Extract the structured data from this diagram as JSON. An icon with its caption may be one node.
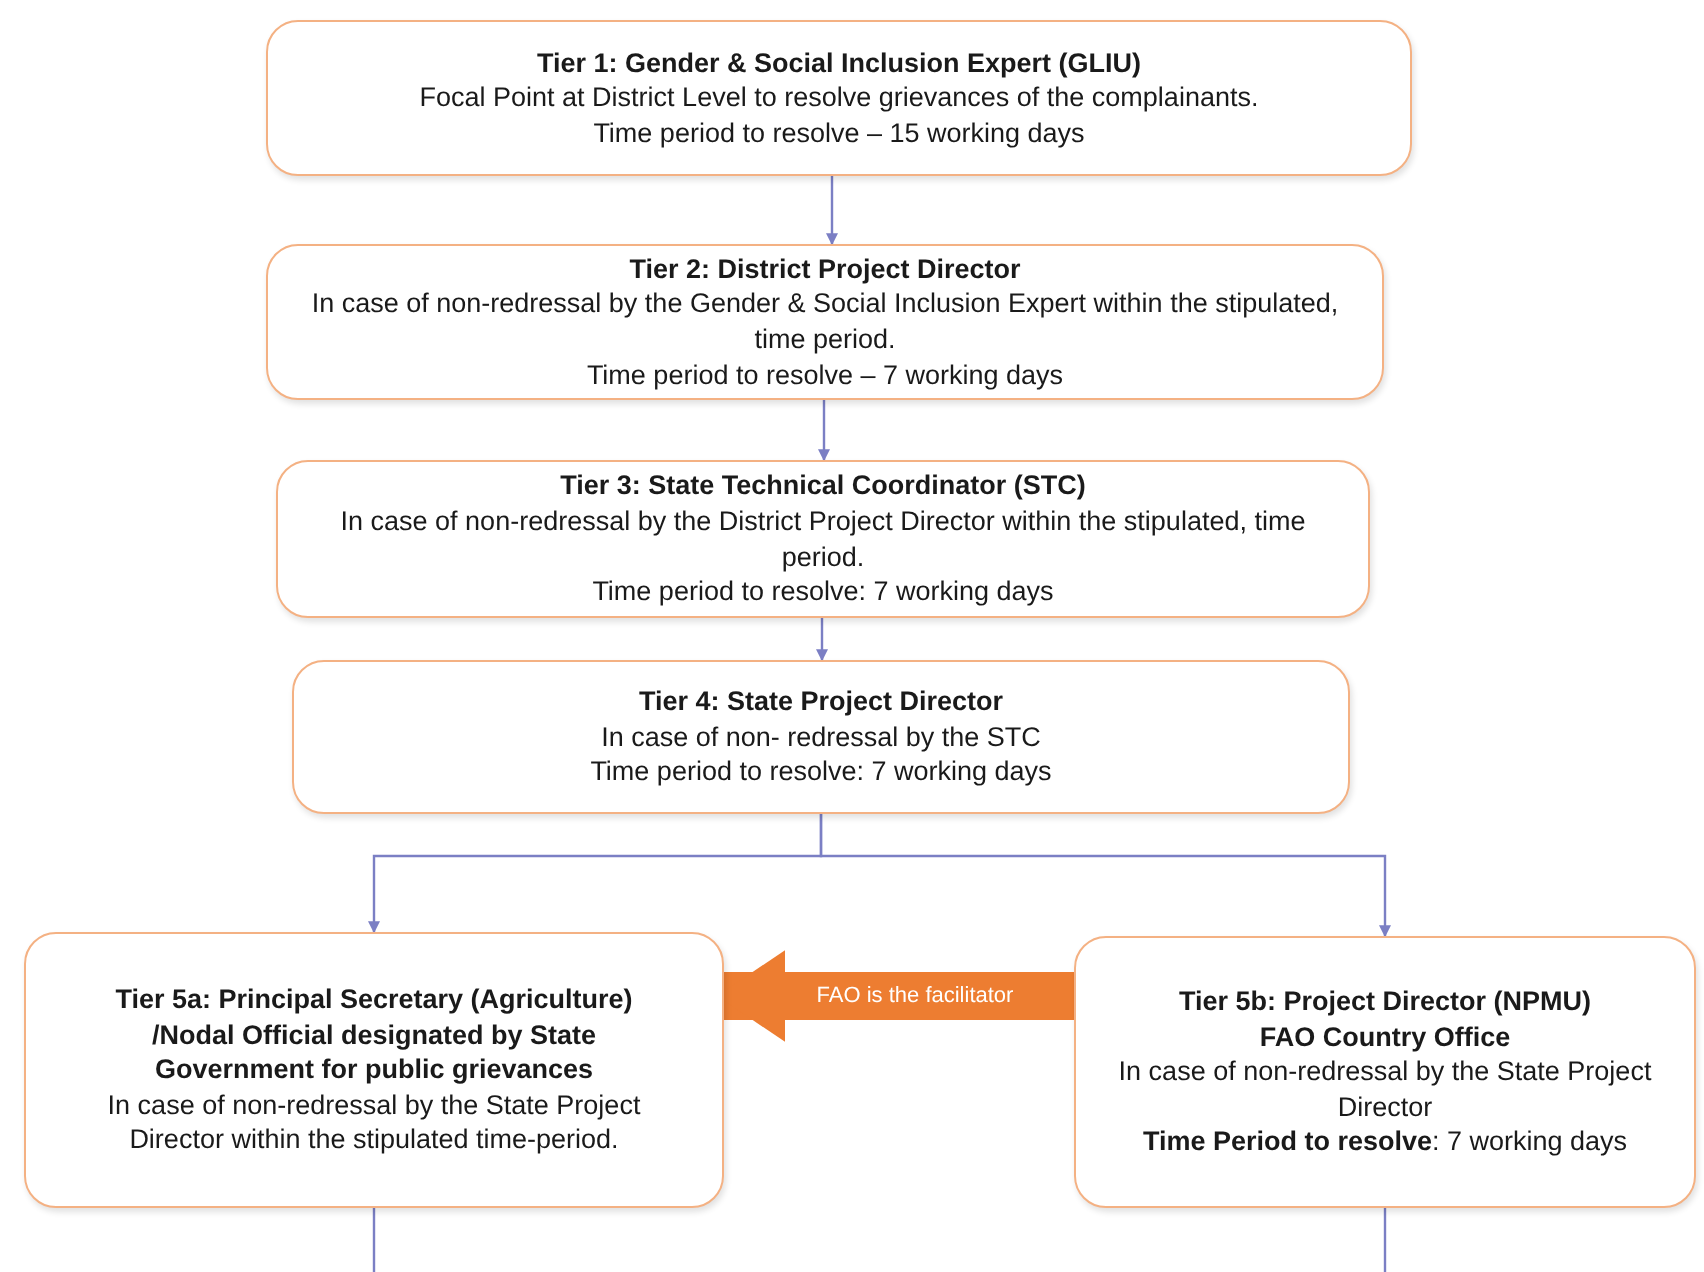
{
  "diagram": {
    "nodes": [
      {
        "text": [
          "Tier 1: Gender & Social Inclusion Expert (GLIU)",
          "Focal Point at District Level to resolve grievances of the complainants.",
          "Time period to resolve – 15 working days"
        ]
      },
      {
        "text": [
          "Tier 2: District Project Director",
          "In case of non-redressal by the Gender & Social Inclusion Expert within the stipulated, time period.",
          "Time period to resolve – 7 working days"
        ]
      },
      {
        "text": [
          "Tier 3: State Technical Coordinator (STC)",
          "In case of non-redressal by the District Project Director within the stipulated, time period.",
          "Time period to resolve: 7 working days"
        ]
      },
      {
        "text": [
          "Tier 4: State Project Director",
          "In case of non- redressal by the STC",
          "Time period to resolve: 7 working days"
        ]
      },
      {
        "text": [
          "Tier 5a: Principal Secretary (Agriculture) /Nodal Official designated by State Government for public grievances",
          "In case of non-redressal by the State Project Director within the stipulated time-period."
        ]
      },
      {
        "text": [
          "Tier 5b: Project Director (NPMU) FAO Country Office",
          "In case of non-redressal by the State Project Director",
          "**Time Period to resolve**: 7 working days"
        ]
      }
    ],
    "edges": [
      {
        "from": 0,
        "to": 1,
        "arrow": "to"
      },
      {
        "from": 1,
        "to": 2,
        "arrow": "to"
      },
      {
        "from": 2,
        "to": 3,
        "arrow": "to"
      },
      {
        "from": 3,
        "to": 4,
        "arrow": "to"
      },
      {
        "from": 3,
        "to": 5,
        "arrow": "to"
      },
      {
        "from": 5,
        "to": 4,
        "arrow": "to",
        "label": "FAO is the facilitator",
        "style": "thick",
        "color": "#ed7d31"
      },
      {
        "from": 4,
        "to": null,
        "arrow": "none"
      },
      {
        "from": 5,
        "to": null,
        "arrow": "none"
      }
    ]
  }
}
